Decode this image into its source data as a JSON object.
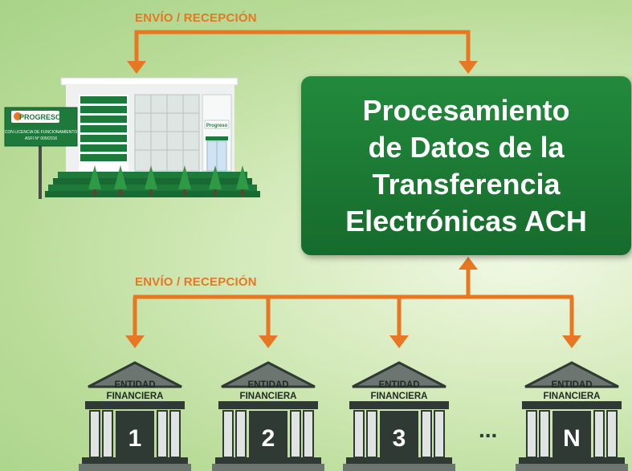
{
  "labels": {
    "top_flow": "ENVÍO / RECEPCIÓN",
    "bottom_flow": "ENVÍO / RECEPCIÓN"
  },
  "processing_box": {
    "lines": [
      "Procesamiento",
      "de Datos de la",
      "Transferencia",
      "Electrónicas ACH"
    ]
  },
  "building": {
    "sign_brand": "PROGRESO",
    "sign_text_1": "CON LICENCIA DE FUNCIONAMIENTO",
    "sign_text_2": "ASFI N° 009/2016",
    "facade_brand": "Progreso"
  },
  "banks": [
    {
      "title_1": "ENTIDAD",
      "title_2": "FINANCIERA",
      "number": "1"
    },
    {
      "title_1": "ENTIDAD",
      "title_2": "FINANCIERA",
      "number": "2"
    },
    {
      "title_1": "ENTIDAD",
      "title_2": "FINANCIERA",
      "number": "3"
    },
    {
      "title_1": "ENTIDAD",
      "title_2": "FINANCIERA",
      "number": "N"
    }
  ],
  "ellipsis": "...",
  "colors": {
    "arrow": "#e87722",
    "box": "#1a7a33",
    "bank_stone": "#6c7570",
    "bank_dark": "#2f3a35",
    "tree": "#2f9a46"
  }
}
